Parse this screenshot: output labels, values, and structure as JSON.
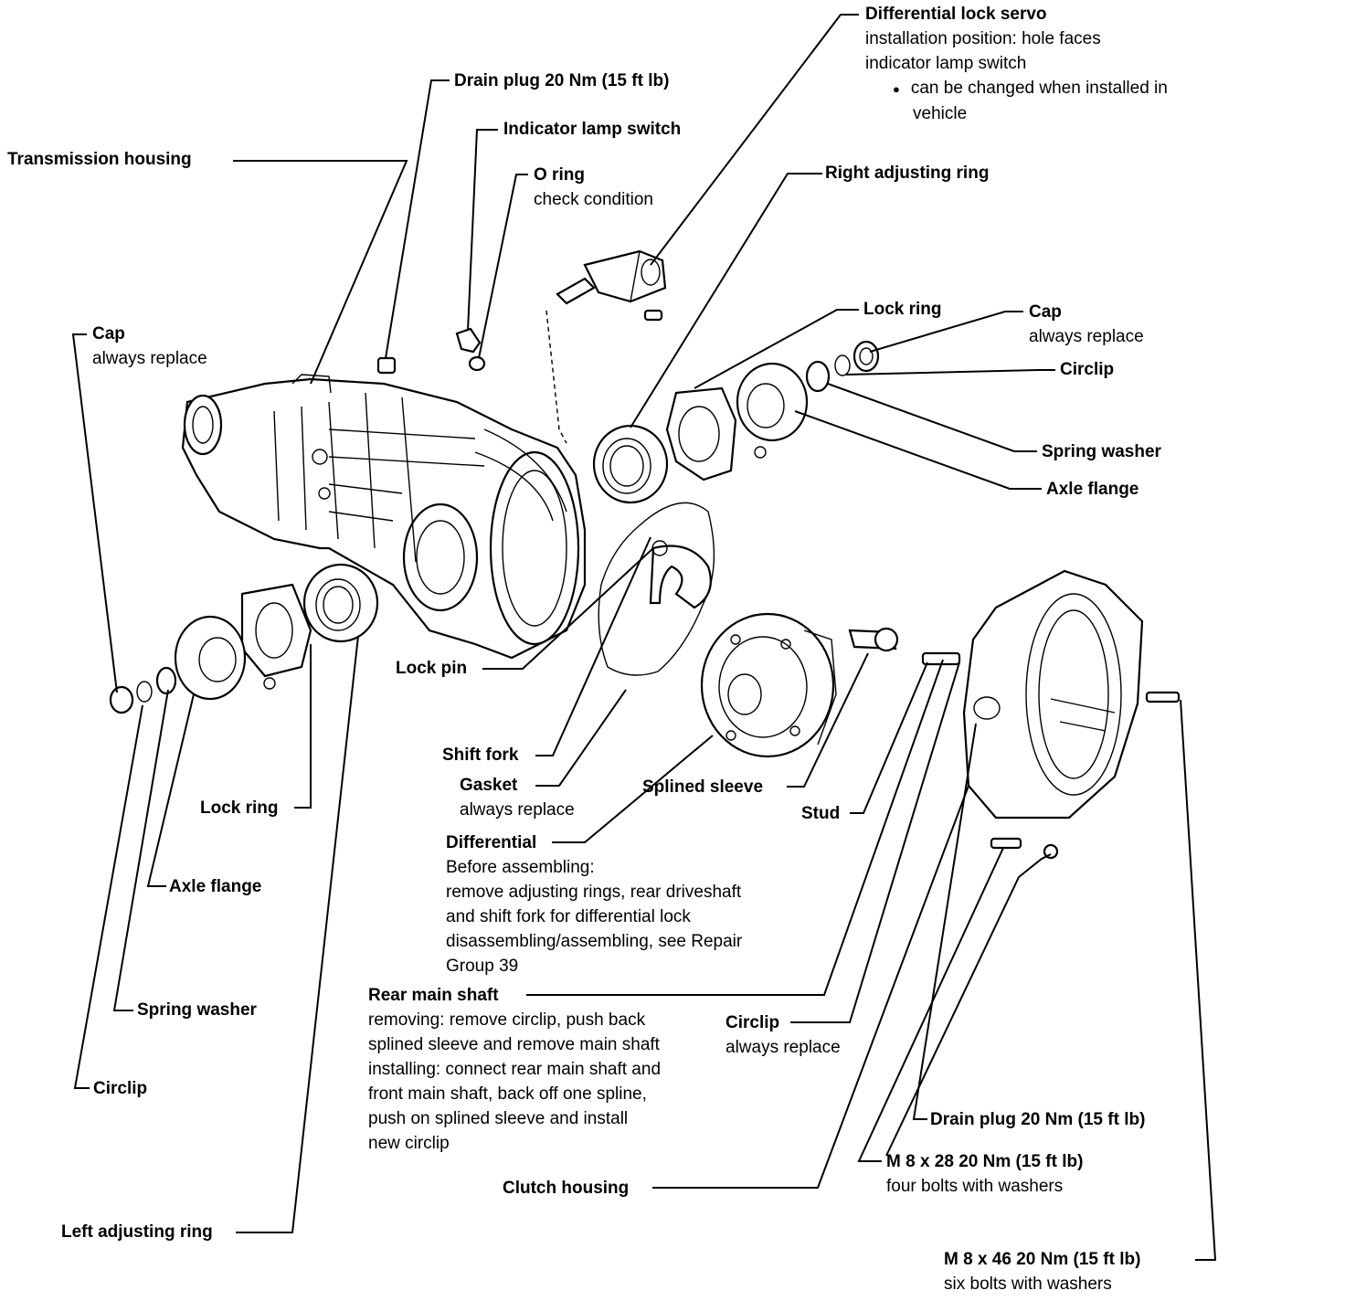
{
  "labels": {
    "transmission_housing": {
      "title": "Transmission housing"
    },
    "drain_plug_top": {
      "title": "Drain plug 20 Nm (15 ft lb)"
    },
    "indicator_lamp_switch": {
      "title": "Indicator lamp switch"
    },
    "o_ring": {
      "title": "O ring",
      "sub": "check condition"
    },
    "diff_lock_servo": {
      "title": "Differential lock servo",
      "lines": [
        "installation position: hole faces",
        "indicator lamp switch"
      ],
      "bullet": "can be changed when installed in",
      "bullet2": "vehicle"
    },
    "right_adjusting_ring": {
      "title": "Right adjusting ring"
    },
    "lock_ring_right": {
      "title": "Lock ring"
    },
    "cap_right": {
      "title": "Cap",
      "sub": "always replace"
    },
    "circlip_right": {
      "title": "Circlip"
    },
    "spring_washer_right": {
      "title": "Spring washer"
    },
    "axle_flange_right": {
      "title": "Axle flange"
    },
    "cap_left": {
      "title": "Cap",
      "sub": "always replace"
    },
    "lock_pin": {
      "title": "Lock pin"
    },
    "shift_fork": {
      "title": "Shift fork"
    },
    "gasket": {
      "title": "Gasket",
      "sub": "always replace"
    },
    "splined_sleeve": {
      "title": "Splined sleeve"
    },
    "stud": {
      "title": "Stud"
    },
    "differential": {
      "title": "Differential",
      "lines": [
        "Before assembling:",
        "remove adjusting rings, rear driveshaft",
        "and shift fork for differential lock",
        "disassembling/assembling, see Repair",
        "Group 39"
      ]
    },
    "lock_ring_left": {
      "title": "Lock ring"
    },
    "axle_flange_left": {
      "title": "Axle flange"
    },
    "spring_washer_left": {
      "title": "Spring washer"
    },
    "circlip_left": {
      "title": "Circlip"
    },
    "rear_main_shaft": {
      "title": "Rear main shaft",
      "lines": [
        "removing: remove circlip, push back",
        "splined sleeve and remove main shaft",
        "installing: connect rear main shaft and",
        "front main shaft, back off one spline,",
        "push on splined sleeve and install",
        "new circlip"
      ]
    },
    "circlip_mid": {
      "title": "Circlip",
      "sub": "always replace"
    },
    "drain_plug_bottom": {
      "title": "Drain plug 20 Nm (15 ft lb)"
    },
    "m8x28": {
      "title": "M 8 x 28  20 Nm (15 ft lb)",
      "sub": "four bolts with washers"
    },
    "clutch_housing": {
      "title": "Clutch housing"
    },
    "left_adjusting_ring": {
      "title": "Left adjusting ring"
    },
    "m8x46": {
      "title": "M 8 x 46  20 Nm (15 ft lb)",
      "sub": "six bolts with washers"
    }
  }
}
